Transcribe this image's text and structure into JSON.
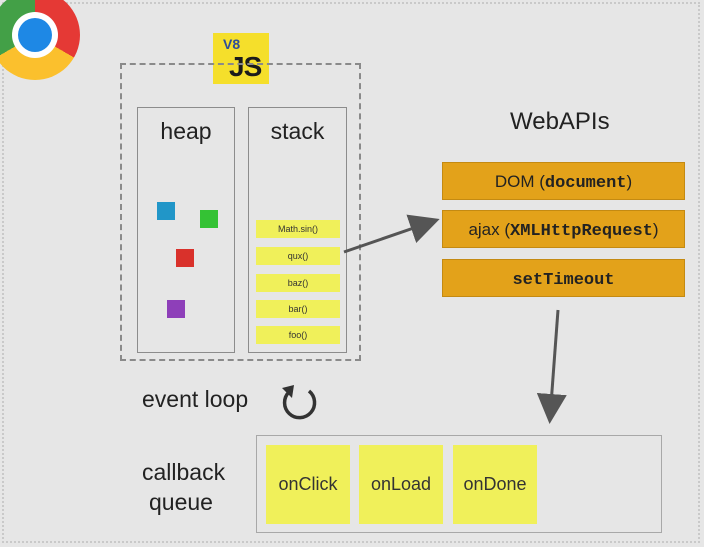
{
  "logos": {
    "chrome": "chrome-logo",
    "js_badge": "JS"
  },
  "heap": {
    "title": "heap",
    "objects": [
      {
        "color": "#2196c8"
      },
      {
        "color": "#34c234"
      },
      {
        "color": "#d9312b"
      },
      {
        "color": "#8e3fb9"
      }
    ]
  },
  "stack": {
    "title": "stack",
    "frames": [
      "Math.sin()",
      "qux()",
      "baz()",
      "bar()",
      "foo()"
    ]
  },
  "webapis": {
    "title": "WebAPIs",
    "apis": [
      {
        "plain": "DOM (",
        "mono": "document",
        "tail": ")"
      },
      {
        "plain": "ajax (",
        "mono": "XMLHttpRequest",
        "tail": ")"
      },
      {
        "plain": "",
        "mono": "setTimeout",
        "tail": ""
      }
    ]
  },
  "event_loop": {
    "label": "event loop"
  },
  "callback_queue": {
    "label_line1": "callback",
    "label_line2": "queue",
    "callbacks": [
      "onClick",
      "onLoad",
      "onDone"
    ]
  },
  "colors": {
    "frame_yellow": "#f0f05a",
    "api_orange": "#e3a21a",
    "arrow": "#555555"
  }
}
